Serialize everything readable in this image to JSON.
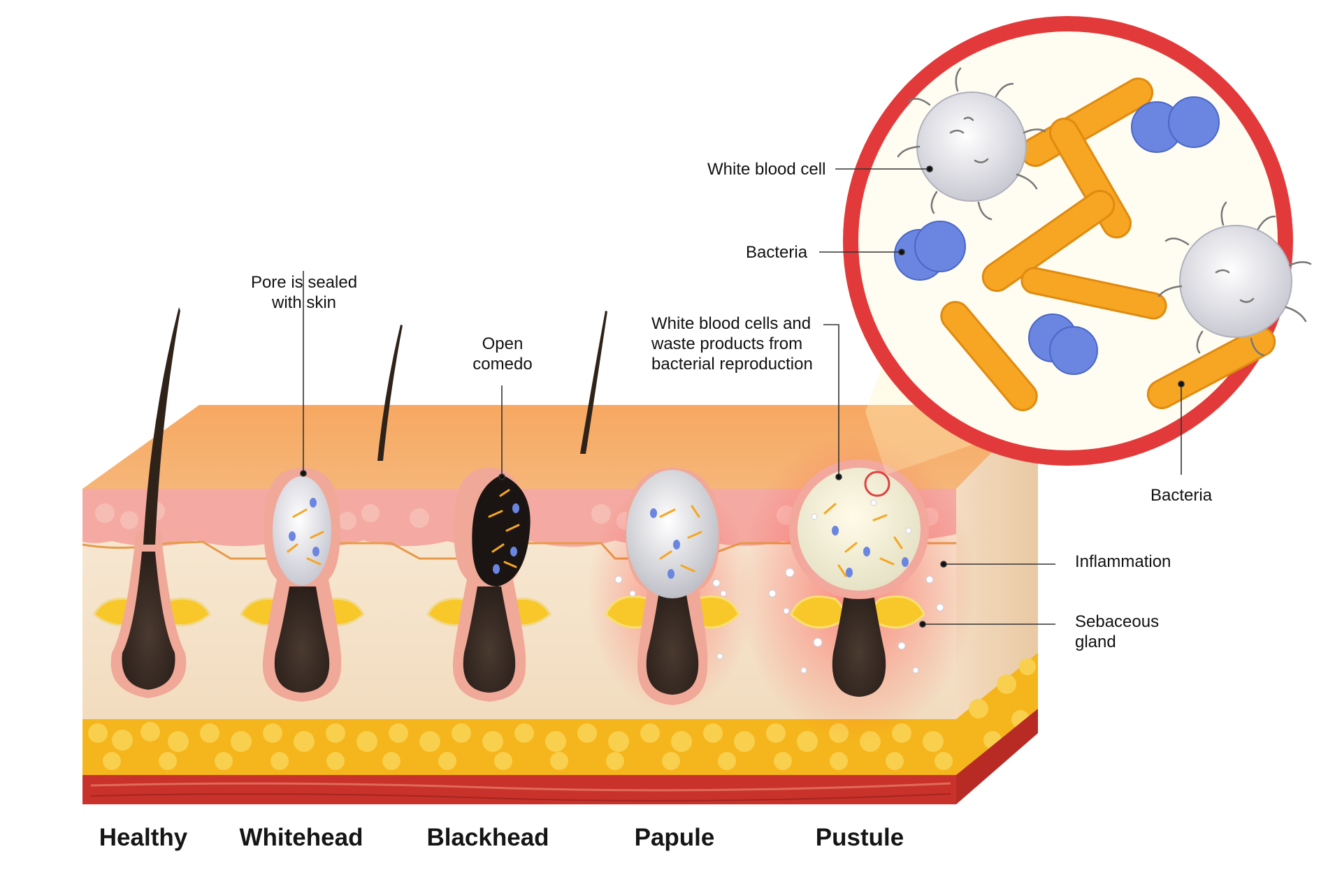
{
  "stages": [
    "Healthy",
    "Whitehead",
    "Blackhead",
    "Papule",
    "Pustule"
  ],
  "labels": {
    "pore_sealed": "Pore is sealed\nwith skin",
    "open_comedo": "Open\ncomedo",
    "wbc_waste": "White blood cells and\nwaste products from\nbacterial reproduction",
    "white_blood_cell": "White blood cell",
    "bacteria_left": "Bacteria",
    "bacteria_bottom": "Bacteria",
    "inflammation": "Inflammation",
    "sebaceous_gland": "Sebaceous\ngland"
  },
  "colors": {
    "magnifier_ring": "#e23a3a",
    "rod_bacteria": "#f6a623",
    "coccus_bacteria": "#6b86e0",
    "white_blood_cell": "#e8e8ee",
    "fat_layer": "#f6b81c",
    "muscle_layer": "#c8322a",
    "epidermis": "#f4a8a0",
    "dermis": "#f6e6cf",
    "skin_top": "#f6a35b",
    "hair": "#3a2a22"
  }
}
